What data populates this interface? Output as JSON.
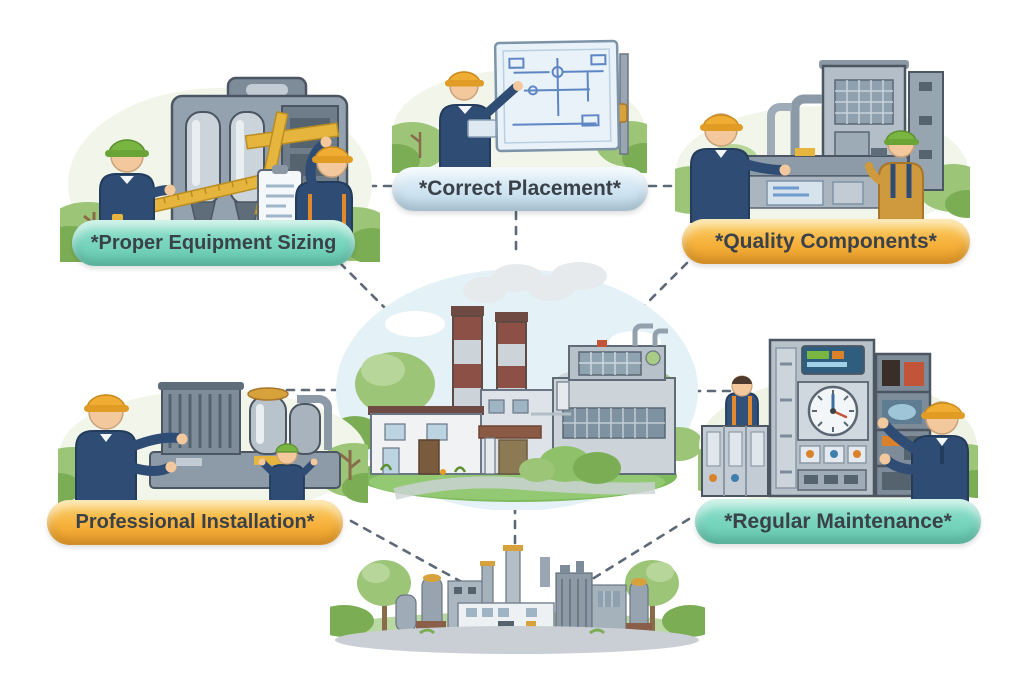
{
  "infographic": {
    "labels": {
      "top_left": "*Proper Equipment Sizing",
      "top_center": "*Correct Placement*",
      "top_right": "*Quality Components*",
      "bottom_left": "Professional Installation*",
      "bottom_right": "*Regular Maintenance*"
    },
    "pill_colors": {
      "teal": "#7bd6c0",
      "blue": "#cfe4f1",
      "orange": "#f6b13c",
      "label_text": "#3a4149"
    },
    "connector_color": "#5d6977",
    "illustrations": {
      "top_left": "workers-measuring-equipment",
      "top_center": "engineer-presenting-blueprint",
      "top_right": "workers-inspecting-components",
      "bottom_left": "technician-presenting-machinery",
      "bottom_right": "technician-at-control-panel",
      "center": "factory-with-striped-chimneys-and-trees",
      "bottom_center": "industrial-plant-skyline"
    }
  }
}
